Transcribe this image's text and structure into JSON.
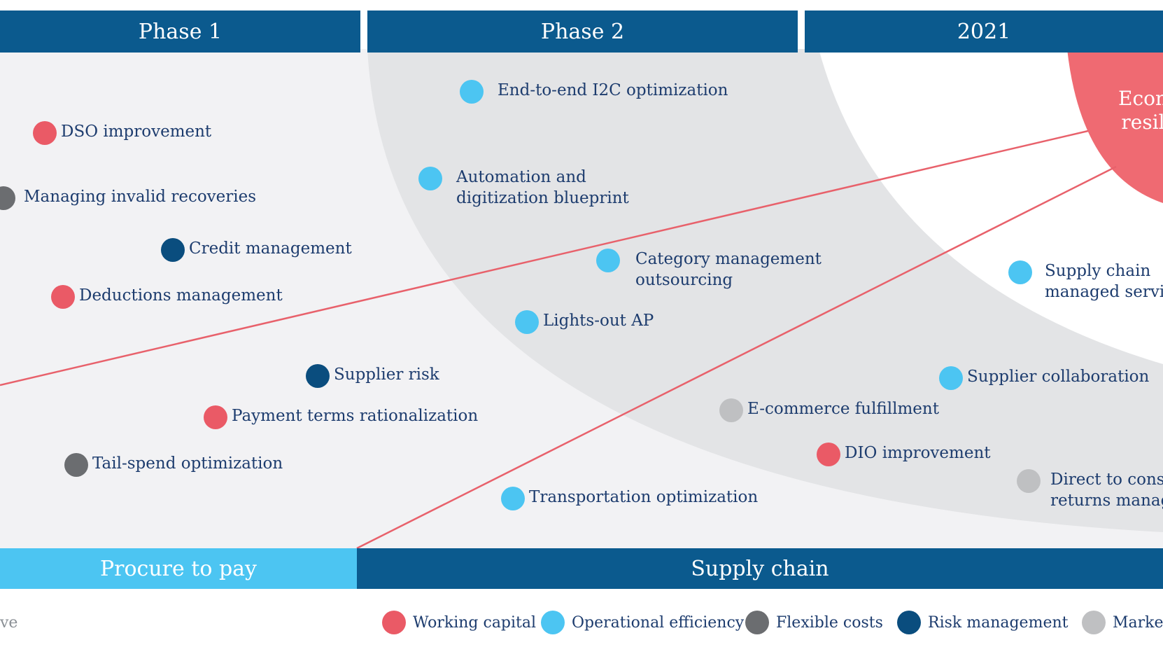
{
  "phases": [
    {
      "label": "Phase 1"
    },
    {
      "label": "Phase 2"
    },
    {
      "label": "2021"
    }
  ],
  "center": {
    "label_line1": "Econ",
    "label_line2": "resil"
  },
  "items": [
    {
      "label": "DSO improvement",
      "category": "Working capital"
    },
    {
      "label": "Managing invalid recoveries",
      "category": "Flexible costs"
    },
    {
      "label": "Credit management",
      "category": "Risk management"
    },
    {
      "label": "Deductions management",
      "category": "Working capital"
    },
    {
      "label": "Supplier risk",
      "category": "Risk management"
    },
    {
      "label": "Payment terms rationalization",
      "category": "Working capital"
    },
    {
      "label": "Tail-spend optimization",
      "category": "Flexible costs"
    },
    {
      "label": "End-to-end I2C optimization",
      "category": "Operational efficiency"
    },
    {
      "label": "Automation and\ndigitization blueprint",
      "category": "Operational efficiency"
    },
    {
      "label": "Category management\noutsourcing",
      "category": "Operational efficiency"
    },
    {
      "label": "Lights-out AP",
      "category": "Operational efficiency"
    },
    {
      "label": "Transportation optimization",
      "category": "Operational efficiency"
    },
    {
      "label": "E-commerce fulfillment",
      "category": "Market"
    },
    {
      "label": "DIO improvement",
      "category": "Working capital"
    },
    {
      "label": "Supplier collaboration",
      "category": "Operational efficiency"
    },
    {
      "label": "Supply chain\nmanaged service",
      "category": "Operational efficiency"
    },
    {
      "label": "Direct to consum\nreturns manage",
      "category": "Market"
    }
  ],
  "bottom_bars": [
    {
      "label": "Procure to pay"
    },
    {
      "label": "Supply chain"
    }
  ],
  "legend": {
    "cut_label": "ve",
    "items": [
      {
        "label": "Working capital",
        "color": "#ea5a66"
      },
      {
        "label": "Operational efficiency",
        "color": "#4cc5f2"
      },
      {
        "label": "Flexible costs",
        "color": "#6b6d70"
      },
      {
        "label": "Risk management",
        "color": "#0a4d7e"
      },
      {
        "label": "Market",
        "color": "#bfc0c2"
      }
    ]
  },
  "colors": {
    "header": "#0b5a8e",
    "procure_bar": "#4cc5f2",
    "supply_bar": "#0b5a8e",
    "phase1_bg": "#f2f2f4",
    "phase2_bg": "#e3e4e6",
    "center": "#ef6a72",
    "line": "#e8616b"
  }
}
